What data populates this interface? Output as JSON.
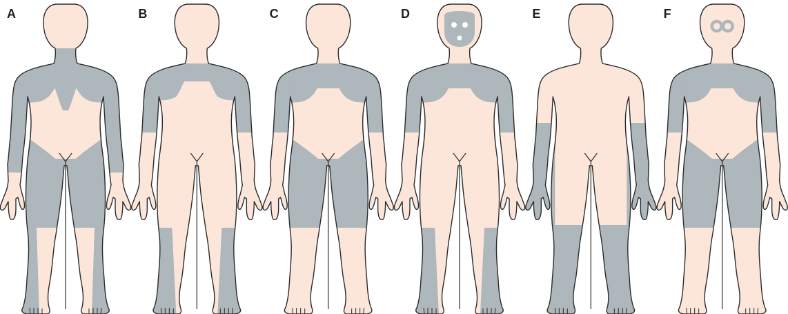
{
  "panels": [
    {
      "letter": "A",
      "regions": [
        "neck-band",
        "shoulders",
        "upper-arms",
        "forearms",
        "pelvis",
        "thighs",
        "calves-outer"
      ]
    },
    {
      "letter": "B",
      "regions": [
        "shoulders",
        "upper-arms",
        "calves"
      ]
    },
    {
      "letter": "C",
      "regions": [
        "shoulders",
        "upper-arms",
        "pelvis",
        "thighs"
      ]
    },
    {
      "letter": "D",
      "regions": [
        "face",
        "shoulders",
        "upper-arms",
        "calves"
      ]
    },
    {
      "letter": "E",
      "regions": [
        "forearms",
        "hands",
        "shins"
      ]
    },
    {
      "letter": "F",
      "regions": [
        "eye-rings",
        "shoulders",
        "upper-arms",
        "pelvis",
        "thighs"
      ]
    }
  ],
  "colors": {
    "skin": "#FCE6DA",
    "outline": "#2B2B2B",
    "shaded": "#AEB7BC",
    "background": "#FFFFFF"
  }
}
